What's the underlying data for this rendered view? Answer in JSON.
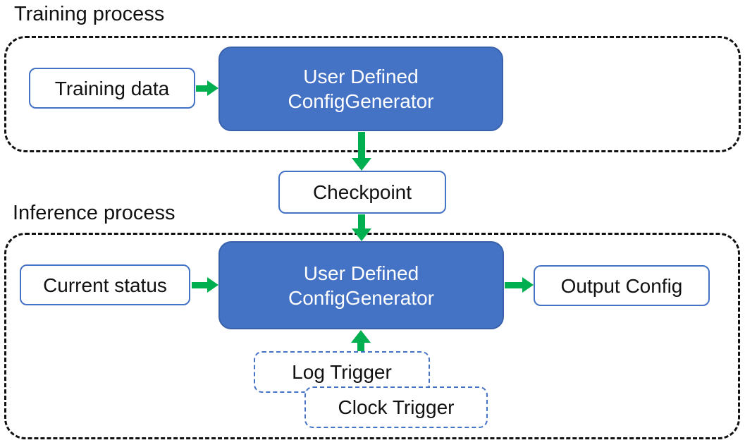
{
  "diagram": {
    "sections": {
      "training": {
        "label": "Training process"
      },
      "inference": {
        "label": "Inference process"
      }
    },
    "nodes": {
      "training_data": {
        "label": "Training data"
      },
      "generator_training": {
        "line1": "User Defined",
        "line2": "ConfigGenerator"
      },
      "checkpoint": {
        "label": "Checkpoint"
      },
      "current_status": {
        "label": "Current status"
      },
      "generator_inference": {
        "line1": "User Defined",
        "line2": "ConfigGenerator"
      },
      "output_config": {
        "label": "Output Config"
      },
      "log_trigger": {
        "label": "Log Trigger"
      },
      "clock_trigger": {
        "label": "Clock Trigger"
      }
    },
    "edges": [
      {
        "from": "training_data",
        "to": "generator_training",
        "direction": "right"
      },
      {
        "from": "generator_training",
        "to": "checkpoint",
        "direction": "down"
      },
      {
        "from": "checkpoint",
        "to": "generator_inference",
        "direction": "down"
      },
      {
        "from": "current_status",
        "to": "generator_inference",
        "direction": "right"
      },
      {
        "from": "generator_inference",
        "to": "output_config",
        "direction": "right"
      },
      {
        "from": "log_trigger",
        "to": "generator_inference",
        "direction": "up"
      }
    ]
  },
  "colors": {
    "box_fill_blue": "#4472C4",
    "box_border_blue": "#4472C4",
    "box_border_dark_blue": "#3A62AC",
    "arrow_green": "#00B050",
    "container_border": "#111111",
    "text_dark": "#111111",
    "text_light": "#FFFFFF"
  }
}
